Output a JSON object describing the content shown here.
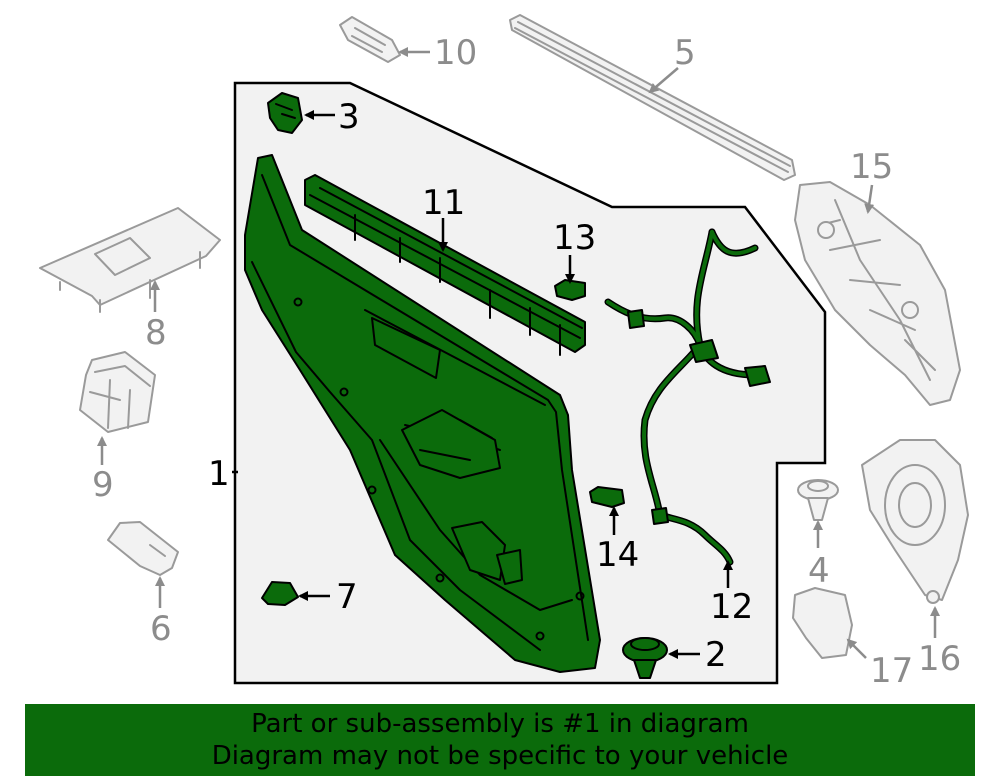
{
  "callouts": [
    {
      "id": "1",
      "text": "1"
    },
    {
      "id": "2",
      "text": "2"
    },
    {
      "id": "3",
      "text": "3"
    },
    {
      "id": "4",
      "text": "4"
    },
    {
      "id": "5",
      "text": "5"
    },
    {
      "id": "6",
      "text": "6"
    },
    {
      "id": "7",
      "text": "7"
    },
    {
      "id": "8",
      "text": "8"
    },
    {
      "id": "9",
      "text": "9"
    },
    {
      "id": "10",
      "text": "10"
    },
    {
      "id": "11",
      "text": "11"
    },
    {
      "id": "12",
      "text": "12"
    },
    {
      "id": "13",
      "text": "13"
    },
    {
      "id": "14",
      "text": "14"
    },
    {
      "id": "15",
      "text": "15"
    },
    {
      "id": "16",
      "text": "16"
    },
    {
      "id": "17",
      "text": "17"
    }
  ],
  "footer": {
    "line1": "Part or sub-assembly is #1 in diagram",
    "line2": "Diagram may not be specific to your vehicle"
  },
  "colors": {
    "highlight": "#0b6b0b",
    "ghost_stroke": "#9a9a9a",
    "panel_fill": "#f2f2f2"
  }
}
